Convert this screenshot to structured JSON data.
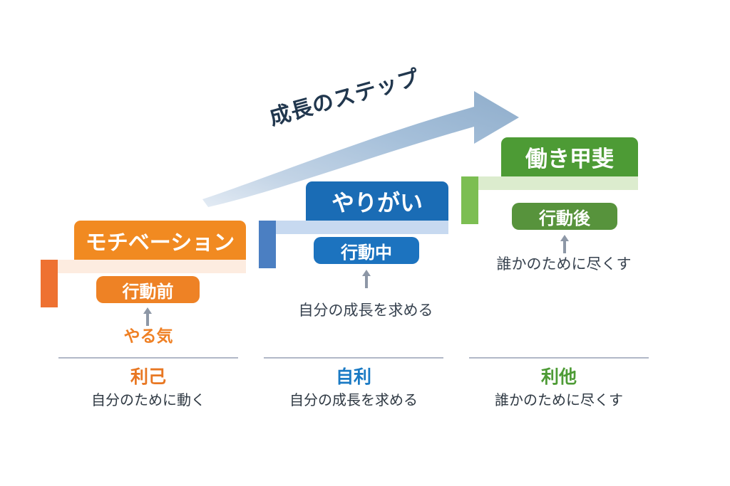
{
  "diagram": {
    "arrow": {
      "label": "成長のステップ",
      "icon": "curved-growth-arrow",
      "color_light": "#cfdcea",
      "color_dark": "#8aa9c8",
      "label_color": "#21374e"
    },
    "steps": [
      {
        "key": "motivation",
        "title": "モチベーション",
        "pill": "行動前",
        "caption": "やる気",
        "caption_style": "accent",
        "arrow_icon": "up-arrow-icon",
        "colors": {
          "title_bg": "#f18a21",
          "riser": "#ee7131",
          "pale_band": "#fdece0",
          "pill_bg": "#ee8225",
          "accent": "#ef8024"
        }
      },
      {
        "key": "worthwhile",
        "title": "やりがい",
        "pill": "行動中",
        "caption": "自分の成長を求める",
        "caption_style": "plain",
        "arrow_icon": "up-arrow-icon",
        "colors": {
          "title_bg": "#1a6cb5",
          "riser": "#4b7fc2",
          "pale_band": "#c7d9f0",
          "pill_bg": "#1c73bf",
          "accent": "#1a6cb5"
        }
      },
      {
        "key": "fulfillment",
        "title": "働き甲斐",
        "pill": "行動後",
        "caption": "誰かのために尽くす",
        "caption_style": "plain",
        "arrow_icon": "up-arrow-icon",
        "colors": {
          "title_bg": "#4d9b35",
          "riser": "#7cbe52",
          "pale_band": "#dcecce",
          "pill_bg": "#57933c",
          "accent": "#4d9b35"
        }
      }
    ],
    "legend": [
      {
        "key": "riko",
        "title": "利己",
        "subtitle": "自分のために動く",
        "color": "#e87722"
      },
      {
        "key": "jiri",
        "title": "自利",
        "subtitle": "自分の成長を求める",
        "color": "#1a7ac4"
      },
      {
        "key": "rita",
        "title": "利他",
        "subtitle": "誰かのために尽くす",
        "color": "#4d9b35"
      }
    ]
  }
}
